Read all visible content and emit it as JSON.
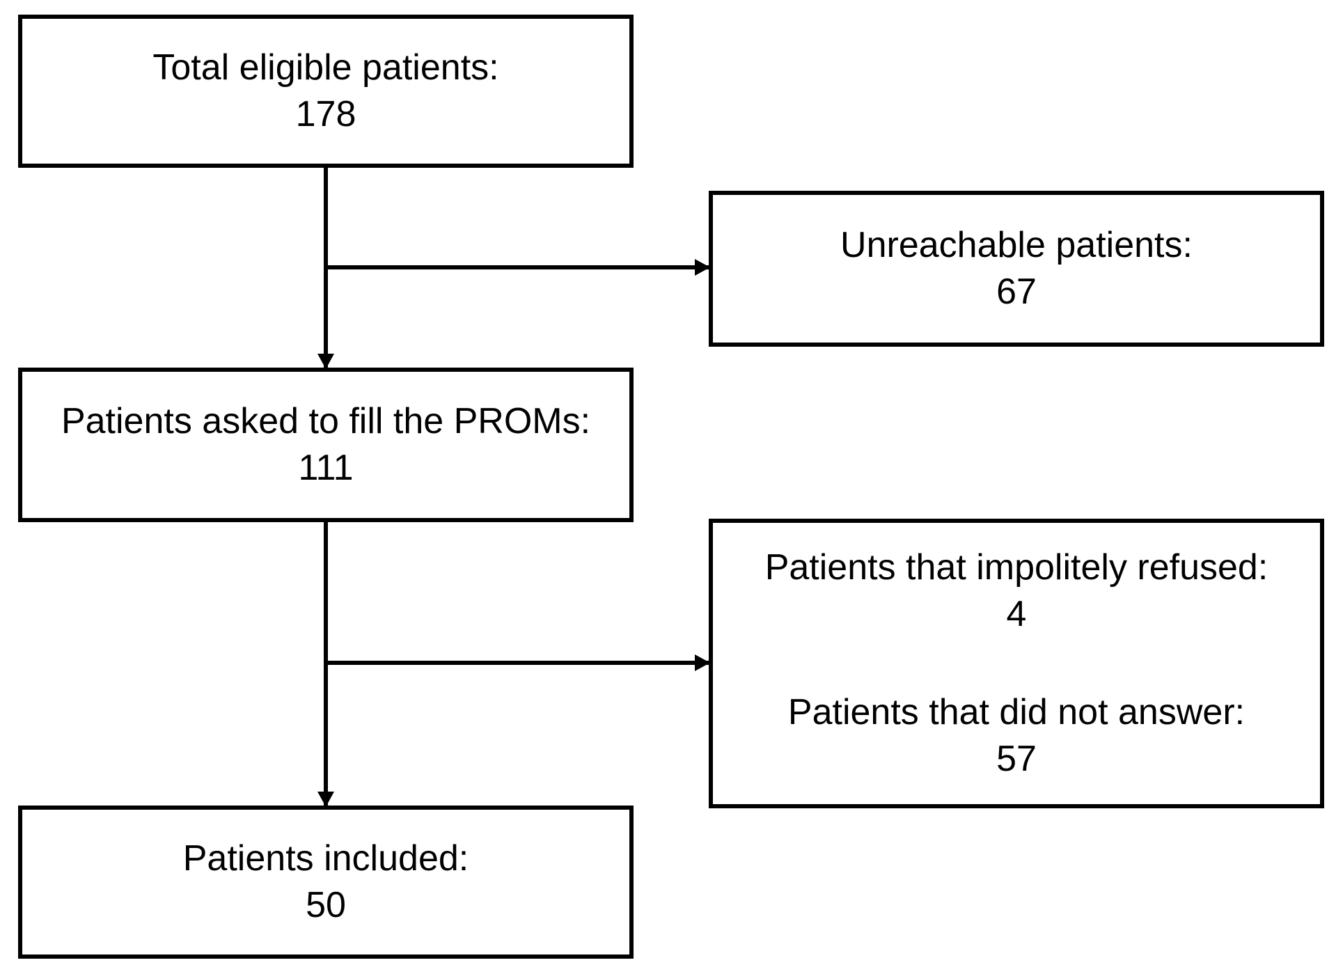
{
  "nodes": {
    "total": {
      "label": "Total eligible patients:",
      "value": "178"
    },
    "unreachable": {
      "label": "Unreachable patients:",
      "value": "67"
    },
    "asked": {
      "label": "Patients asked to fill the PROMs:",
      "value": "111"
    },
    "refused": {
      "label": "Patients that impolitely refused:",
      "value": "4"
    },
    "no_answer": {
      "label": "Patients that did not answer:",
      "value": "57"
    },
    "included": {
      "label": "Patients included:",
      "value": "50"
    }
  },
  "edges": [
    {
      "from": "total",
      "to": "asked"
    },
    {
      "from": "total",
      "to": "unreachable"
    },
    {
      "from": "asked",
      "to": "included"
    },
    {
      "from": "asked",
      "to": "refused_and_no_answer"
    }
  ]
}
